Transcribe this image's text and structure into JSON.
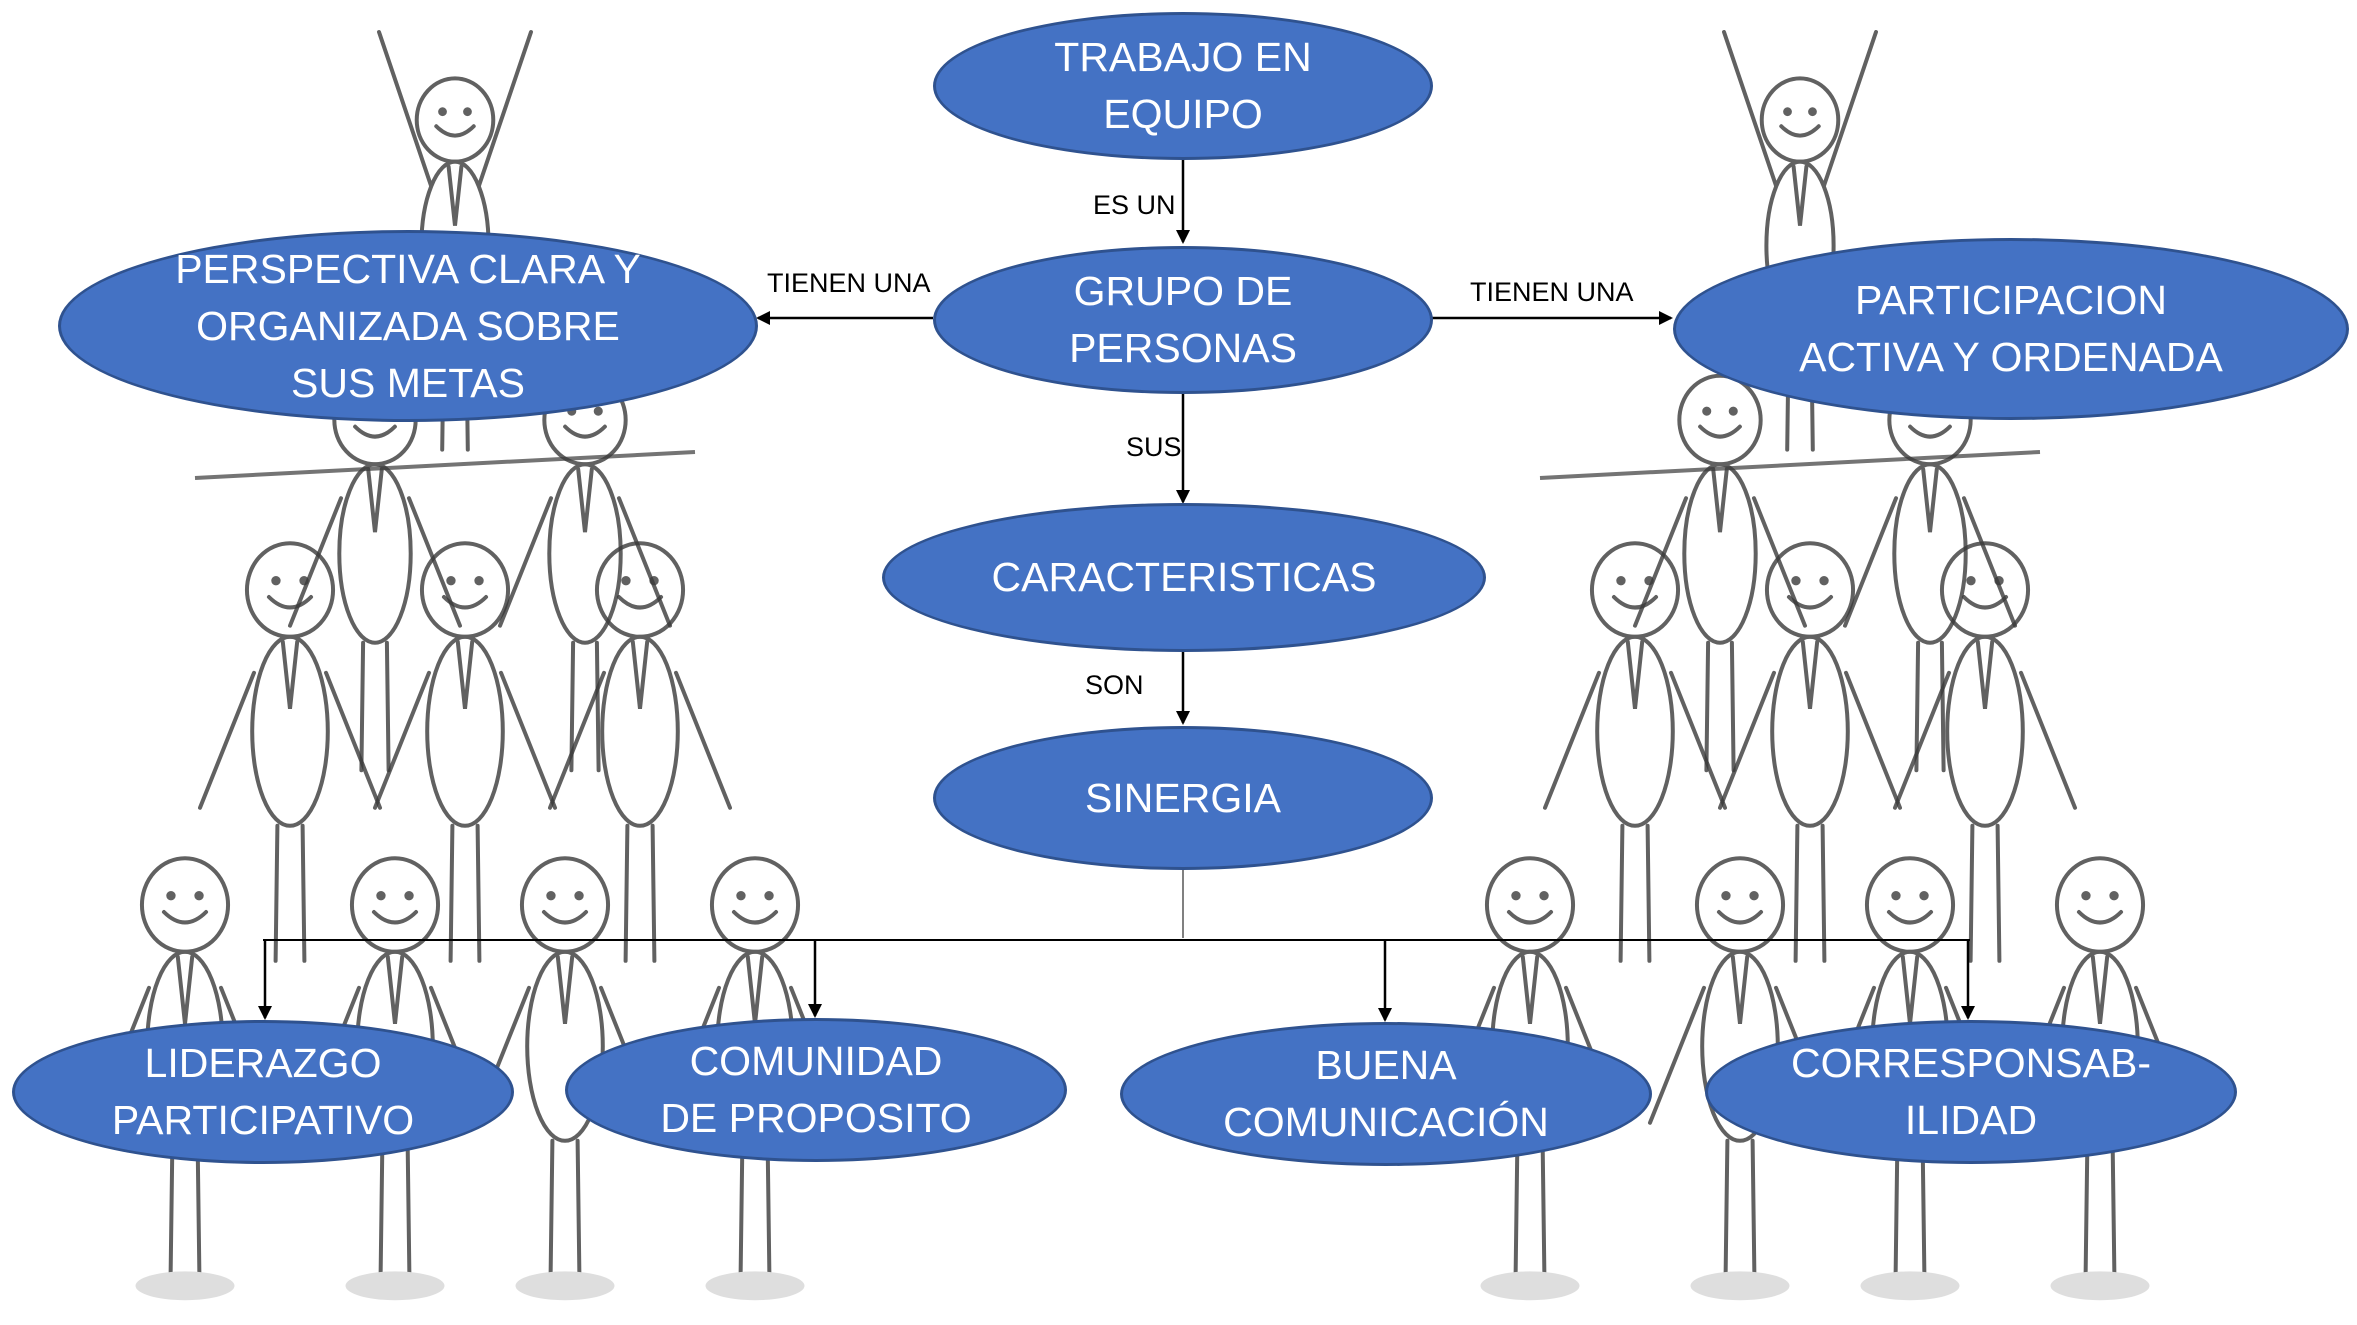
{
  "colors": {
    "node_fill": "#4472c4",
    "node_border": "#2f528f",
    "node_text": "#ffffff",
    "line": "#000000",
    "figure_ink": "#3a3a3a",
    "shadow": "#d6d6d6"
  },
  "background": {
    "description_icon": "stick-figure-human-pyramid-icon"
  },
  "nodes": {
    "trabajo": "TRABAJO EN\nEQUIPO",
    "grupo": "GRUPO DE\nPERSONAS",
    "perspectiva": "PERSPECTIVA CLARA Y\nORGANIZADA SOBRE\nSUS METAS",
    "participacion": "PARTICIPACION\nACTIVA Y ORDENADA",
    "caracteristicas": "CARACTERISTICAS",
    "sinergia": "SINERGIA",
    "liderazgo": "LIDERAZGO\nPARTICIPATIVO",
    "comunidad": "COMUNIDAD\nDE PROPOSITO",
    "buena": "BUENA\nCOMUNICACIÓN",
    "correspons": "CORRESPONSAB-\nILIDAD"
  },
  "edge_labels": {
    "es_un": "ES UN",
    "tienen_left": "TIENEN UNA",
    "tienen_right": "TIENEN UNA",
    "sus": "SUS",
    "son": "SON"
  }
}
